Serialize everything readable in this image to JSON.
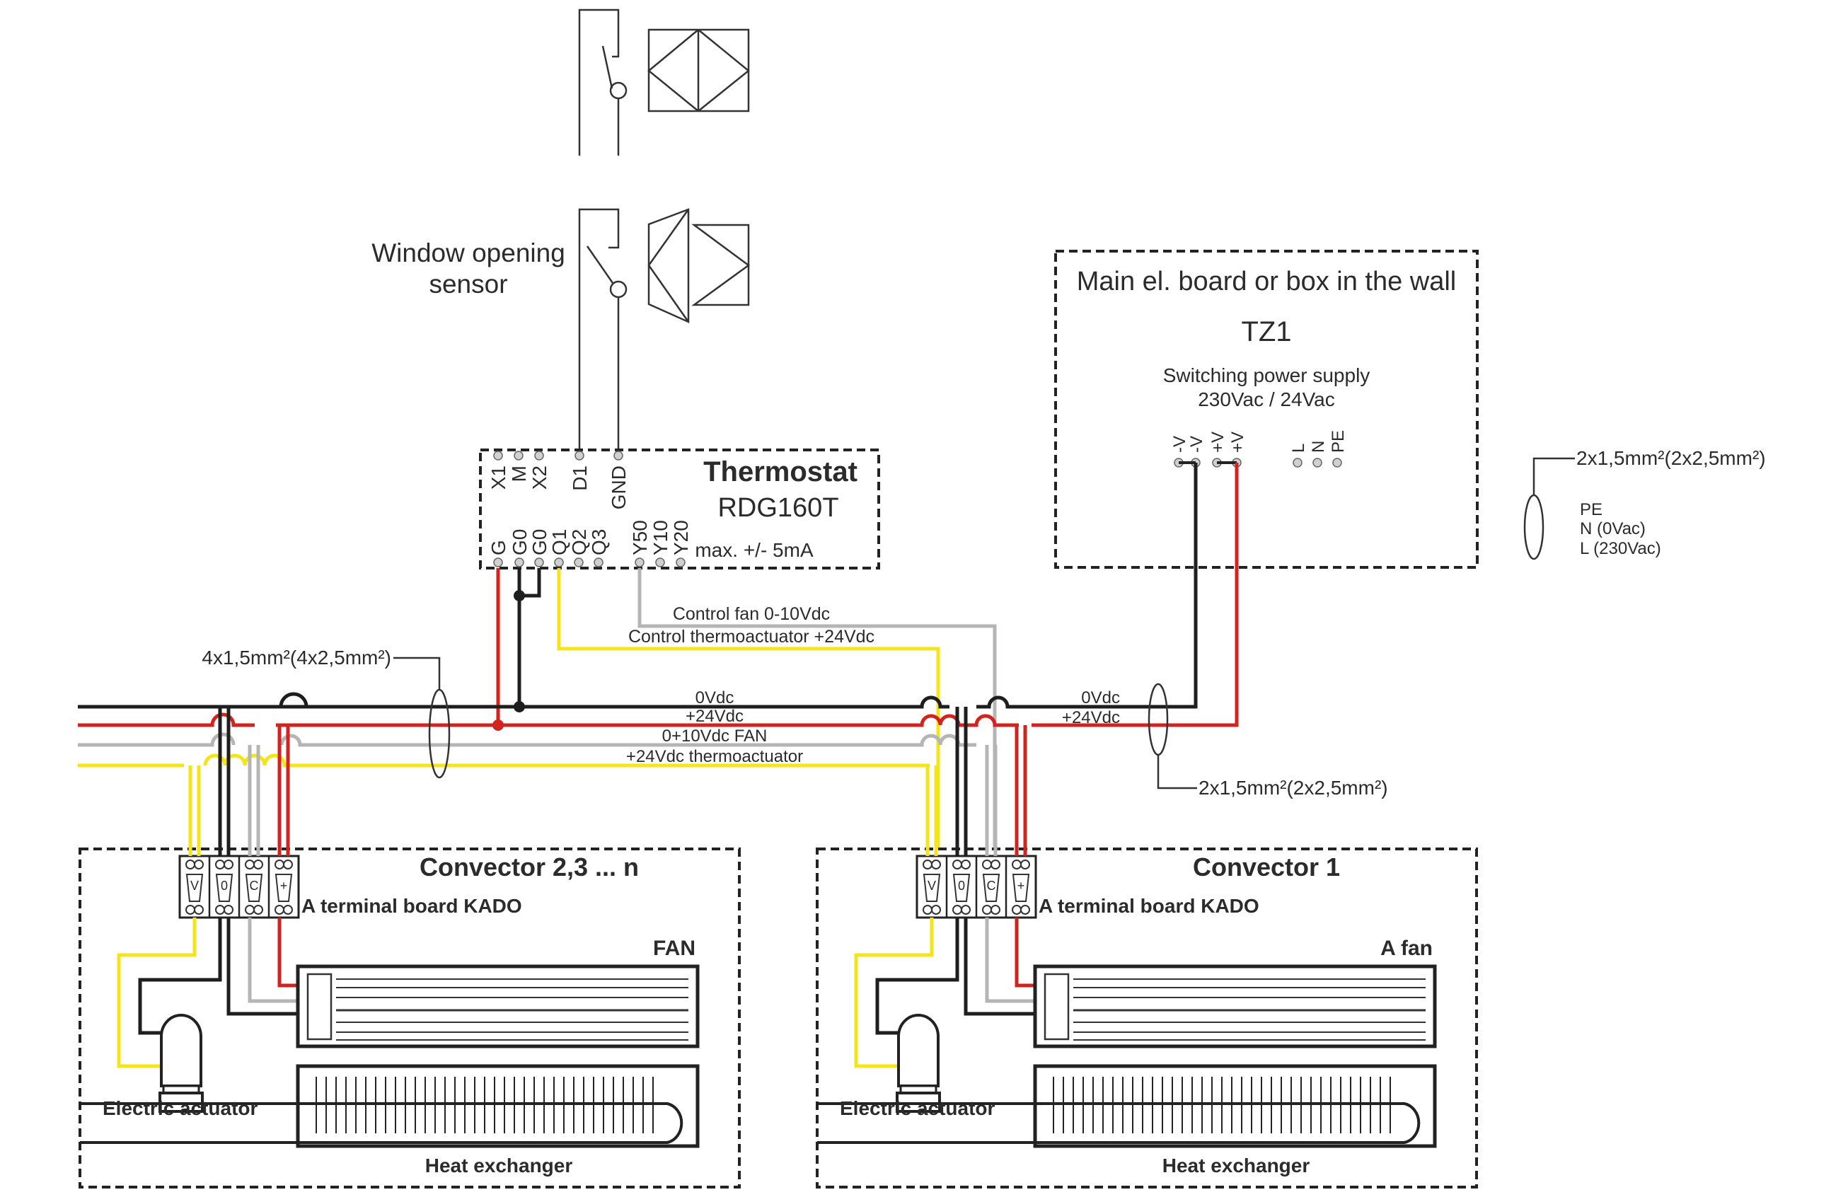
{
  "diagram": {
    "sensor": {
      "label_line1": "Window opening",
      "label_line2": "sensor"
    },
    "thermostat": {
      "title": "Thermostat",
      "model": "RDG160T",
      "note": "max. +/- 5mA",
      "top_terminals": [
        "X1",
        "M",
        "X2",
        "D1",
        "GND"
      ],
      "bottom_terminals": [
        "G",
        "G0",
        "G0",
        "Q1",
        "Q2",
        "Q3",
        "Y50",
        "Y10",
        "Y20"
      ]
    },
    "main_board": {
      "title": "Main  el. board or box in the wall",
      "id": "TZ1",
      "psu_line1": "Switching power supply",
      "psu_line2": "230Vac / 24Vac",
      "terminals": [
        "-V",
        "-V",
        "+V",
        "+V",
        "L",
        "N",
        "PE"
      ]
    },
    "supply_cable": {
      "size": "2x1,5mm²(2x2,5mm²)",
      "conductors": [
        "PE",
        "N (0Vac)",
        "L (230Vac)"
      ]
    },
    "bus_cable": {
      "size": "4x1,5mm²(4x2,5mm²)"
    },
    "power_cable": {
      "size": "2x1,5mm²(2x2,5mm²)"
    },
    "control_labels": {
      "fan": "Control fan 0-10Vdc",
      "actuator": "Control thermoactuator +24Vdc"
    },
    "bus_labels": {
      "zero": "0Vdc",
      "plus24": "+24Vdc",
      "fan": "0+10Vdc FAN",
      "thermo": "+24Vdc thermoactuator",
      "right_zero": "0Vdc",
      "right_plus24": "+24Vdc"
    },
    "wire_colors": {
      "zero_vdc": "#1e1e1e",
      "plus_24vdc": "#d2231f",
      "fan_0_10vdc": "#b5b5b5",
      "thermoactuator": "#f4e51a"
    },
    "convectors": [
      {
        "title": "Convector 2,3 ... n",
        "terminal_board": "A terminal board KADO",
        "terminal_marks": [
          "V",
          "0",
          "C",
          "+"
        ],
        "fan_label": "FAN",
        "actuator_label": "Electric actuator",
        "exchanger_label": "Heat exchanger"
      },
      {
        "title": "Convector 1",
        "terminal_board": "A terminal board KADO",
        "terminal_marks": [
          "V",
          "0",
          "C",
          "+"
        ],
        "fan_label": "A fan",
        "actuator_label": "Electric actuator",
        "exchanger_label": "Heat exchanger"
      }
    ]
  }
}
